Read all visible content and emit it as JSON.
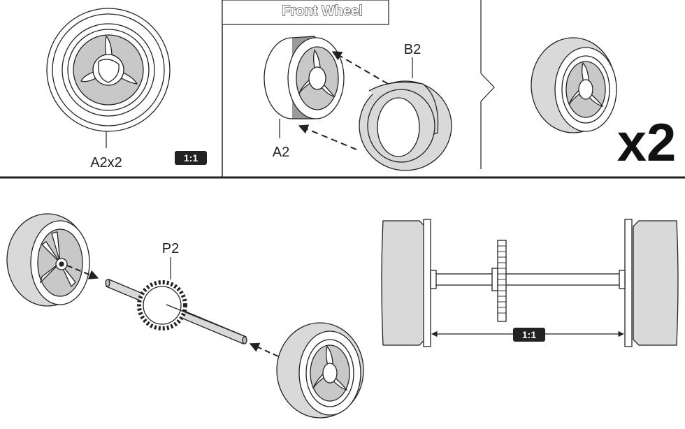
{
  "step1": {
    "title": "Front Wheel",
    "labels": {
      "hub_part": "A2x2",
      "scale_badge": "1:1",
      "tire_part": "B2",
      "rim_part": "A2"
    },
    "quantity": "x2"
  },
  "step2": {
    "labels": {
      "gear_part": "P2",
      "scale_badge": "1:1"
    }
  },
  "colors": {
    "line": "#222222",
    "tire": "#d9d9d9",
    "tire_dark": "#9a9a9a",
    "badge": "#222222"
  }
}
